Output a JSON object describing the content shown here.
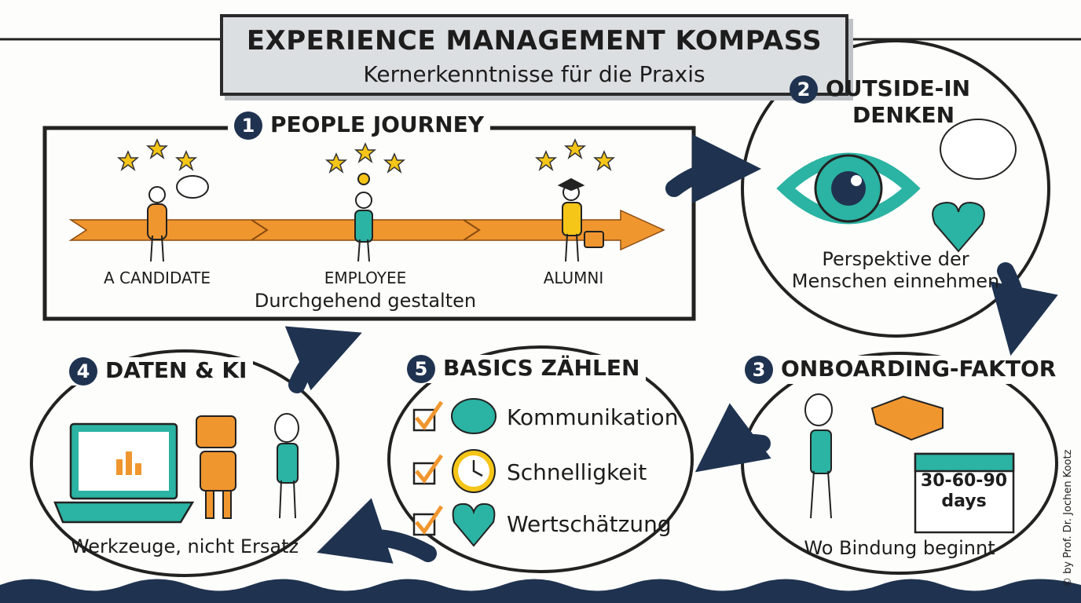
{
  "header": {
    "title": "EXPERIENCE MANAGEMENT KOMPASS",
    "subtitle": "Kernerkenntnisse für die Praxis"
  },
  "sections": {
    "people_journey": {
      "number": "1",
      "title": "PEOPLE JOURNEY",
      "stages": [
        "A CANDIDATE",
        "EMPLOYEE",
        "ALUMNI"
      ],
      "caption": "Durchgehend gestalten"
    },
    "outside_in": {
      "number": "2",
      "title_line1": "OUTSIDE-IN",
      "title_line2": "DENKEN",
      "caption_line1": "Perspektive der",
      "caption_line2": "Menschen einnehmen"
    },
    "onboarding": {
      "number": "3",
      "title": "ONBOARDING-FAKTOR",
      "calendar_line1": "30-60-90",
      "calendar_line2": "days",
      "caption": "Wo Bindung beginnt"
    },
    "daten_ki": {
      "number": "4",
      "title": "DATEN & KI",
      "caption": "Werkzeuge, nicht Ersatz"
    },
    "basics": {
      "number": "5",
      "title": "BASICS ZÄHLEN",
      "items": [
        "Kommunikation",
        "Schnelligkeit",
        "Wertschätzung"
      ]
    }
  },
  "footer": {
    "copyright": "© by Prof. Dr. Jochen Kootz"
  },
  "colors": {
    "navy": "#1f3350",
    "teal": "#2bb3a3",
    "orange": "#f0962f",
    "yellow": "#f5c518"
  }
}
